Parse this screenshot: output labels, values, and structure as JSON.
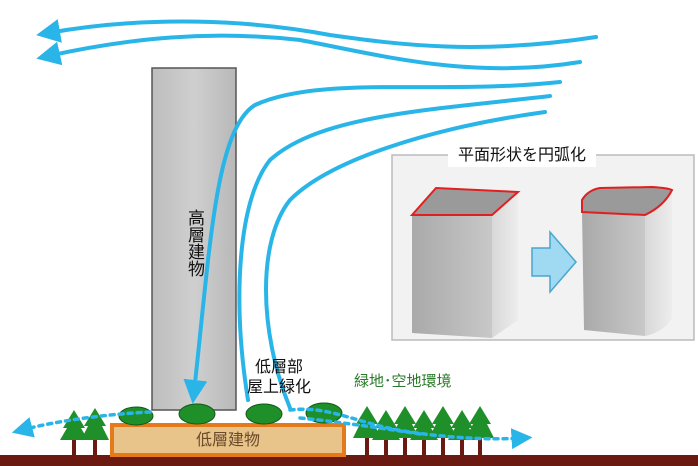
{
  "labels": {
    "tower": "高層建物",
    "rooftop_greening_line1": "低層部",
    "rooftop_greening_line2": "屋上緑化",
    "greenery_open_space": "緑地･空地環境",
    "low_building": "低層建物",
    "inset_title": "平面形状を円弧化"
  },
  "colors": {
    "wind": "#29b5e8",
    "tower": "#c4c4c4",
    "low_building_fill": "#e8c48a",
    "low_building_border": "#e57a1a",
    "ground": "#6b1a12",
    "roof_edge": "#e02020",
    "tree": "#1f8f2a",
    "inset_arrow": "#9fd9f2"
  }
}
